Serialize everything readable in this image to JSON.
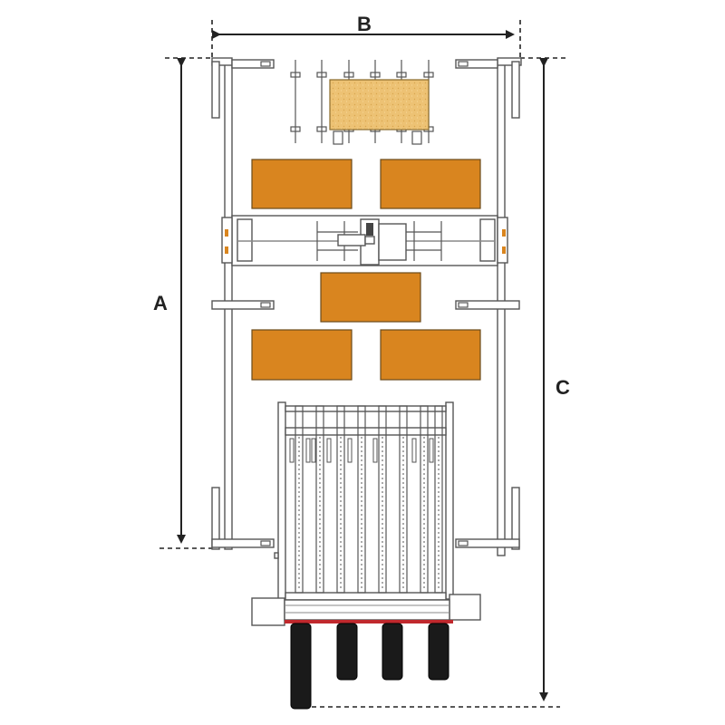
{
  "dimensions": {
    "a_label": "A",
    "b_label": "B",
    "c_label": "C"
  },
  "colors": {
    "pallet": "#D9851F",
    "loaded_pallet": "#EDC274",
    "tire": "#1a1a1a",
    "red_strip": "#C0282D",
    "line": "#555555"
  }
}
